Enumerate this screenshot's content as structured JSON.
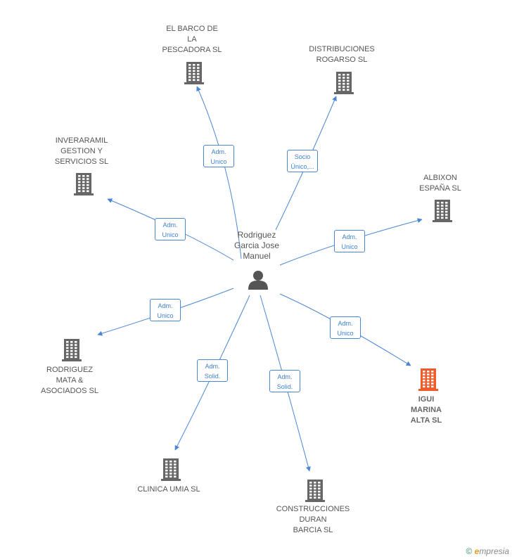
{
  "center": {
    "name": "Rodriguez\nGarcia Jose\nManuel",
    "icon": "person-icon"
  },
  "companies": [
    {
      "id": "el-barco",
      "name": "EL BARCO DE\nLA\nPESCADORA SL",
      "role": "Adm.\nUnico",
      "highlight": false
    },
    {
      "id": "distribuciones",
      "name": "DISTRIBUCIONES\nROGARSO SL",
      "role": "Socio\nÚnico,...",
      "highlight": false
    },
    {
      "id": "inveraramil",
      "name": "INVERARAMIL\nGESTION Y\nSERVICIOS  SL",
      "role": "Adm.\nUnico",
      "highlight": false
    },
    {
      "id": "albixon",
      "name": "ALBIXON\nESPAÑA SL",
      "role": "Adm.\nUnico",
      "highlight": false
    },
    {
      "id": "rodriguez-mata",
      "name": "RODRIGUEZ\nMATA &\nASOCIADOS SL",
      "role": "Adm.\nUnico",
      "highlight": false
    },
    {
      "id": "igui",
      "name": "IGUI\nMARINA\nALTA SL",
      "role": "Adm.\nUnico",
      "highlight": true
    },
    {
      "id": "clinica",
      "name": "CLINICA UMIA SL",
      "role": "Adm.\nSolid.",
      "highlight": false
    },
    {
      "id": "construcciones",
      "name": "CONSTRUCCIONES\nDURAN\nBARCIA SL",
      "role": "Adm.\nSolid.",
      "highlight": false
    }
  ],
  "colors": {
    "edge": "#4a86d4",
    "building": "#666666",
    "highlight": "#f15a2b",
    "person": "#555555"
  },
  "footer": {
    "copyright": "©",
    "brand_e": "e",
    "brand_rest": "mpresia"
  }
}
